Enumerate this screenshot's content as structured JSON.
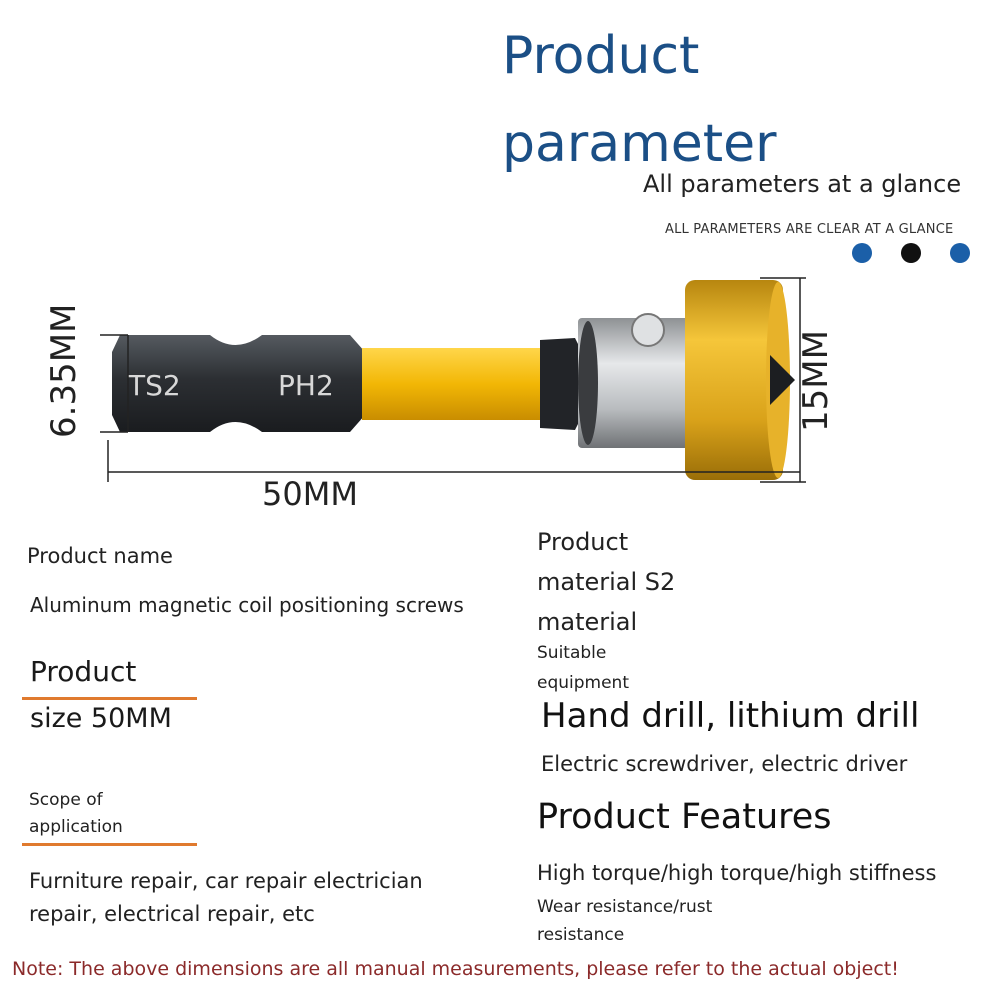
{
  "header": {
    "title": "Product parameter",
    "subtitle": "All parameters at a glance",
    "subtitle_caps": "ALL PARAMETERS ARE CLEAR AT A GLANCE",
    "dot_colors": [
      "#1b5fa8",
      "#111111",
      "#1b5fa8"
    ]
  },
  "figure": {
    "bit_marks": [
      "TS2",
      "PH2"
    ],
    "dim_height": "6.35MM",
    "dim_length": "50MM",
    "dim_diameter": "15MM",
    "colors": {
      "shank": "#2c2f33",
      "yellow": "#f2b705",
      "gold": "#d9a21a",
      "steel": "#b9bcbf"
    }
  },
  "left": {
    "name_label": "Product name",
    "name_value": "Aluminum magnetic coil positioning screws",
    "size_label": "Product",
    "size_value": "size 50MM",
    "scope_label_1": "Scope of",
    "scope_label_2": "application",
    "scope_value_1": "Furniture repair, car repair electrician",
    "scope_value_2": "repair, electrical repair, etc"
  },
  "right": {
    "material_1": "Product",
    "material_2": "material S2",
    "material_3": "material",
    "equip_label_1": "Suitable",
    "equip_label_2": "equipment",
    "equip_big": "Hand drill, lithium drill",
    "equip_value": "Electric screwdriver, electric driver",
    "features_title": "Product Features",
    "features_line": "High torque/high torque/high stiffness",
    "features_small_1": "Wear resistance/rust",
    "features_small_2": "resistance"
  },
  "note": "Note: The above dimensions are all manual measurements, please refer to the actual object!"
}
